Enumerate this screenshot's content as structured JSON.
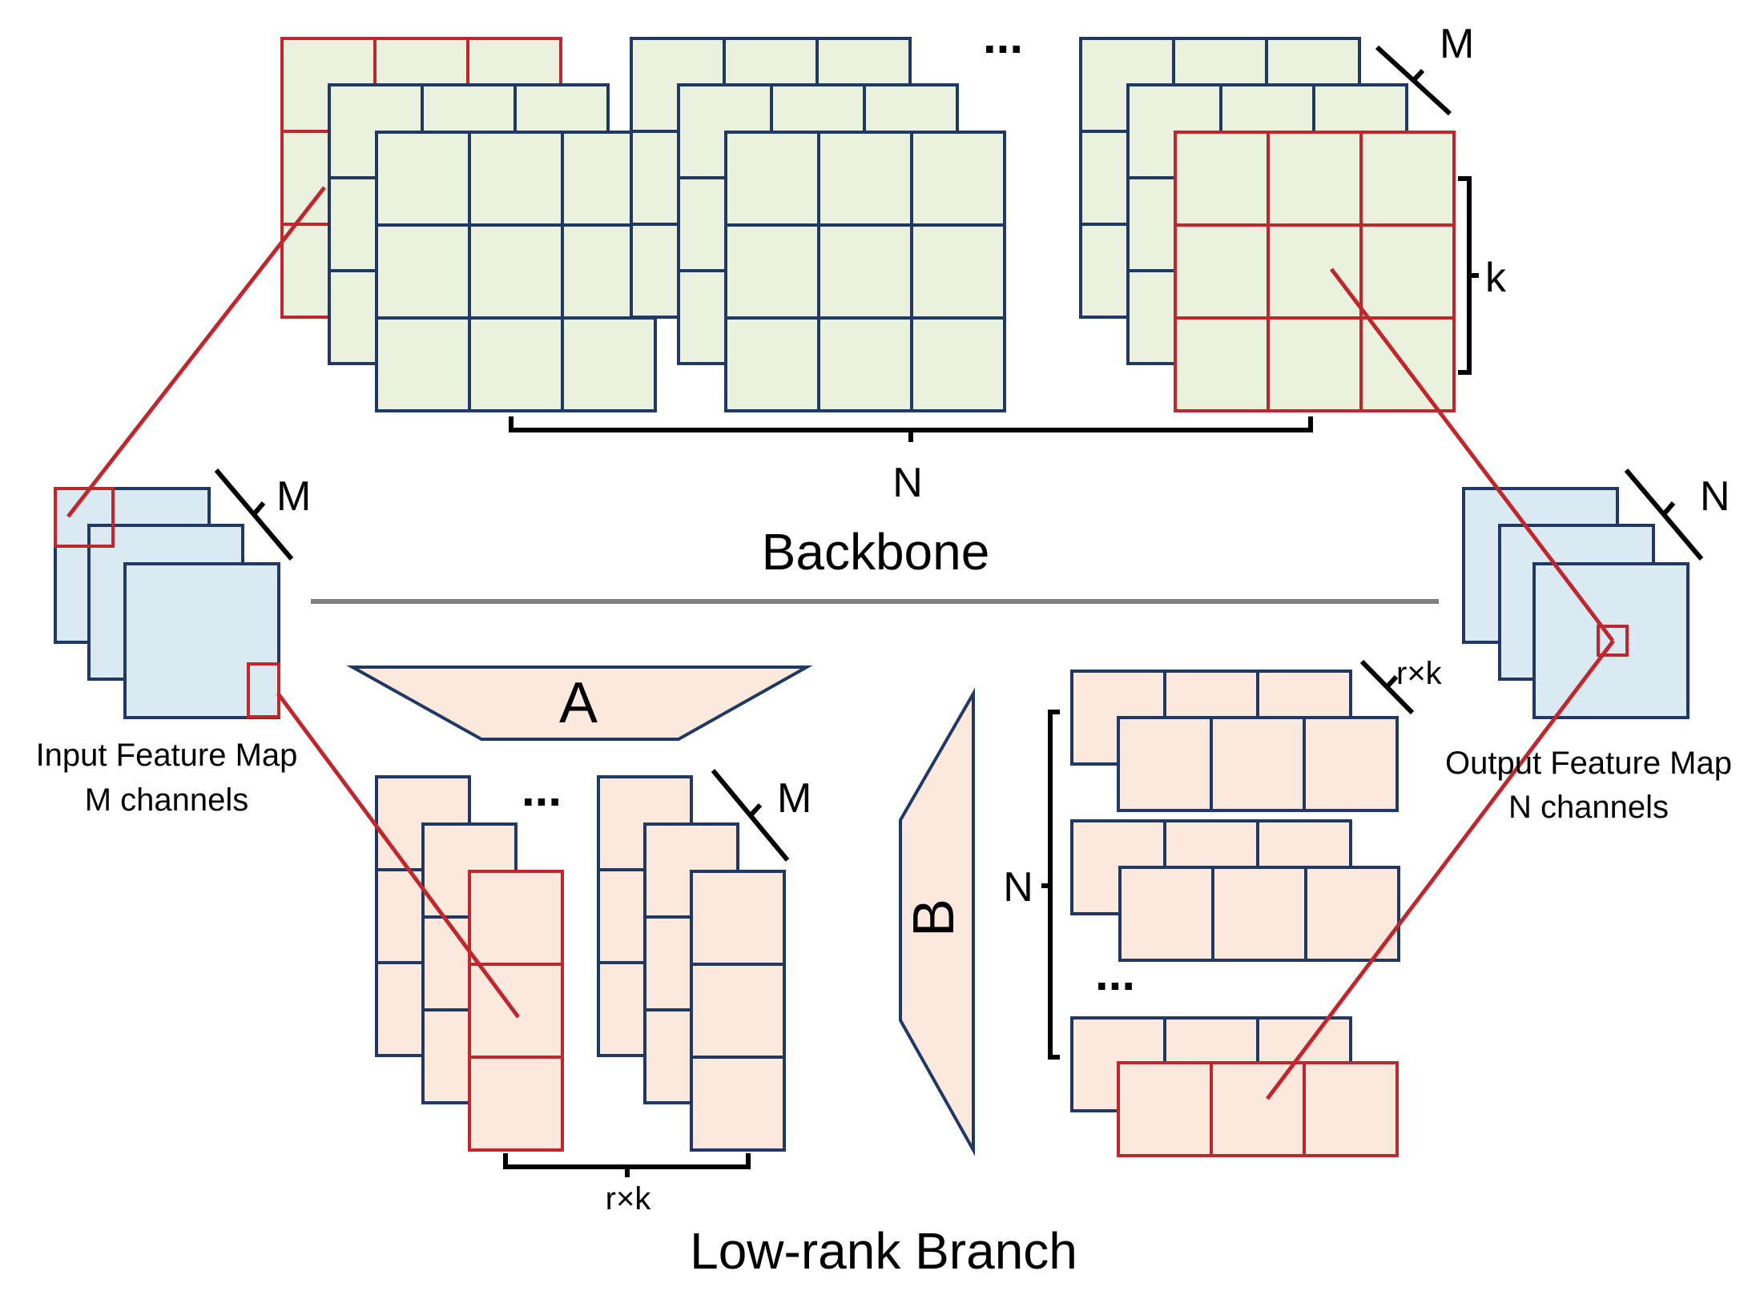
{
  "sections": {
    "top_title": "Backbone",
    "bottom_title": "Low-rank Branch"
  },
  "input_map": {
    "line1": "Input Feature Map",
    "line2": "M channels",
    "channel_label": "M"
  },
  "output_map": {
    "line1": "Output Feature Map",
    "line2": "N channels",
    "channel_label": "N"
  },
  "backbone": {
    "depth_label": "M",
    "kernel_label": "k",
    "count_label": "N",
    "ellipsis": "..."
  },
  "lowrank": {
    "a_label": "A",
    "b_label": "B",
    "a_depth_label": "M",
    "a_width_label": "r×k",
    "b_depth_label": "r×k",
    "b_count_label": "N",
    "ellipsis": "..."
  },
  "colors": {
    "stroke_navy": "#1f3864",
    "highlight_red": "#c0272d",
    "kernel_fill": "#ebf1df",
    "feature_fill": "#dbeaf2",
    "lowrank_fill": "#fbe9dd",
    "divider": "#808080"
  }
}
